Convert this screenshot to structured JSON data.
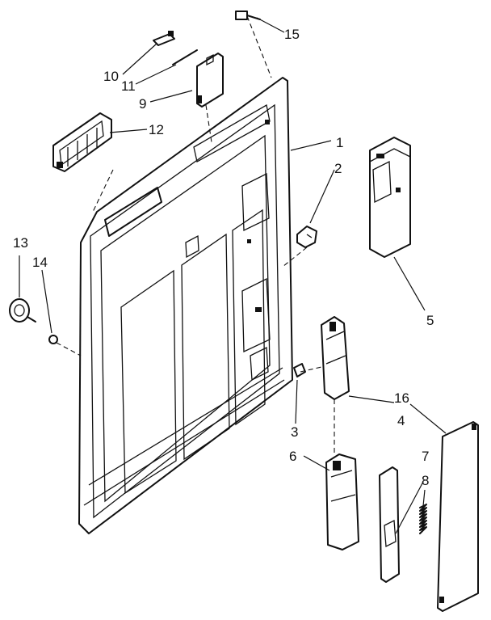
{
  "callouts": [
    {
      "id": "15",
      "label": "15"
    },
    {
      "id": "10",
      "label": "10"
    },
    {
      "id": "11",
      "label": "11"
    },
    {
      "id": "9",
      "label": "9"
    },
    {
      "id": "12",
      "label": "12"
    },
    {
      "id": "1",
      "label": "1"
    },
    {
      "id": "2",
      "label": "2"
    },
    {
      "id": "5",
      "label": "5"
    },
    {
      "id": "13",
      "label": "13"
    },
    {
      "id": "14",
      "label": "14"
    },
    {
      "id": "3",
      "label": "3"
    },
    {
      "id": "16",
      "label": "16"
    },
    {
      "id": "4",
      "label": "4"
    },
    {
      "id": "6",
      "label": "6"
    },
    {
      "id": "7",
      "label": "7"
    },
    {
      "id": "8",
      "label": "8"
    }
  ]
}
